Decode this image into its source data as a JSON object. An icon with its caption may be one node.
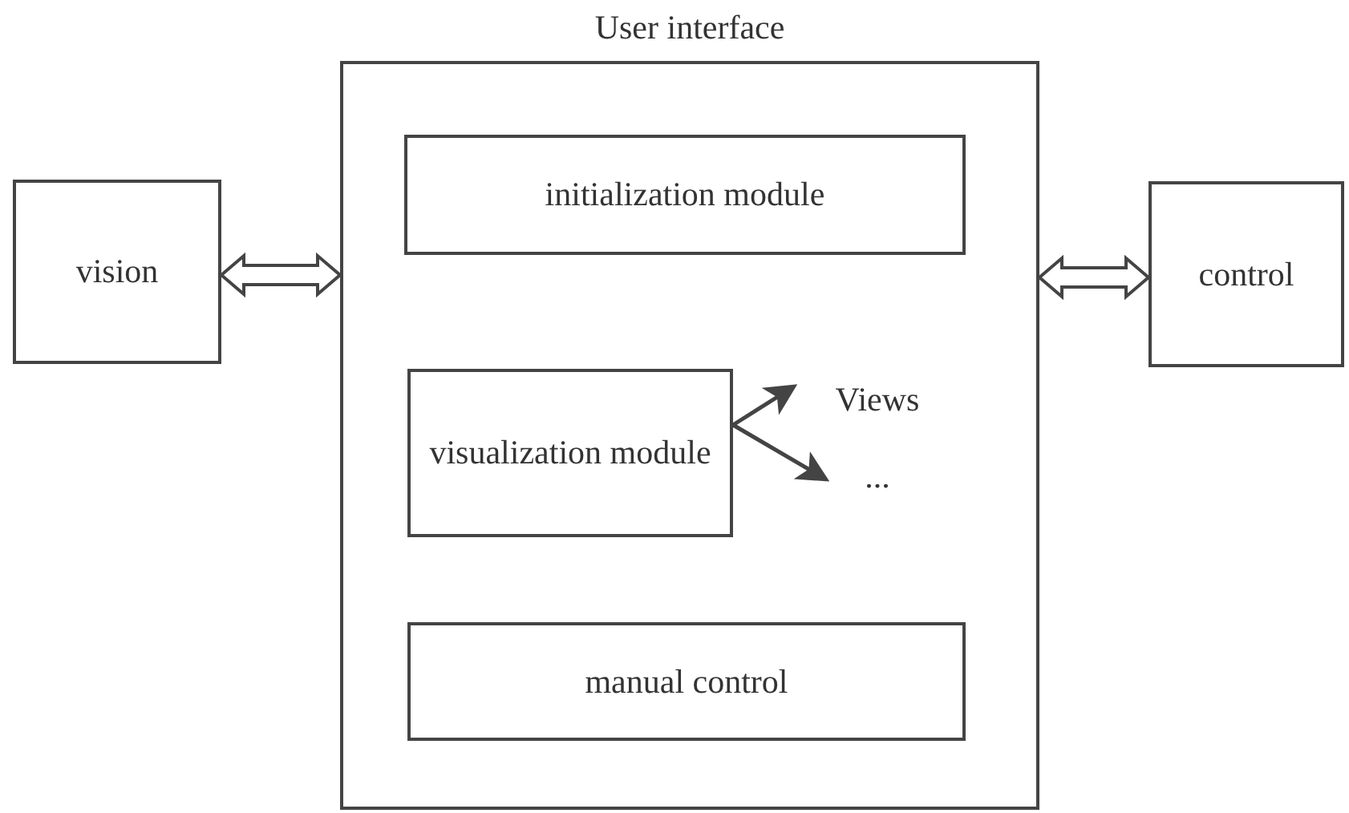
{
  "diagram": {
    "nodes": [
      {
        "text": [
          "User interface"
        ]
      },
      {
        "text": [
          "initialization module"
        ],
        "in": 0
      },
      {
        "text": [
          "visualization module"
        ],
        "in": 0
      },
      {
        "text": [
          "Views"
        ],
        "in": 0
      },
      {
        "text": [
          "..."
        ],
        "in": 0
      },
      {
        "text": [
          "manual control"
        ],
        "in": 0
      },
      {
        "text": [
          "vision"
        ]
      },
      {
        "text": [
          "control"
        ]
      }
    ],
    "edges": [
      {
        "from": 6,
        "to": 0,
        "arrow": "both",
        "style": "thick"
      },
      {
        "from": 0,
        "to": 7,
        "arrow": "both",
        "style": "thick"
      },
      {
        "from": 2,
        "to": 3,
        "arrow": "to"
      },
      {
        "from": 2,
        "to": 4,
        "arrow": "to"
      }
    ]
  }
}
